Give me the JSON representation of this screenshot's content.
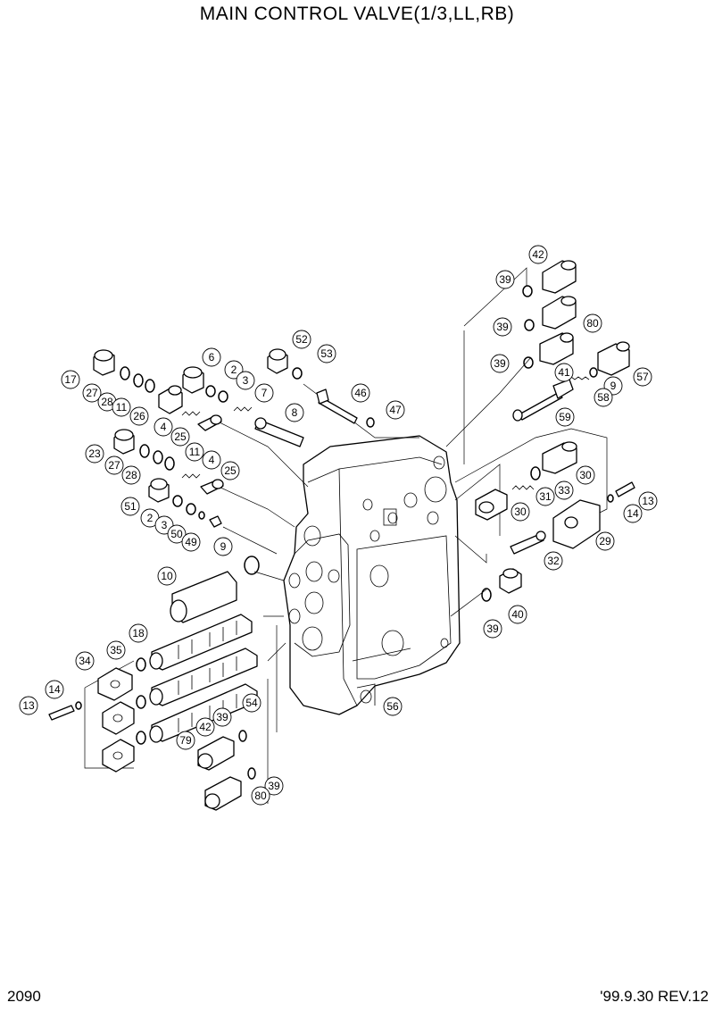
{
  "title": "MAIN CONTROL VALVE(1/3,LL,RB)",
  "page_number": "2090",
  "revision": "'99.9.30 REV.12",
  "callouts": [
    {
      "id": "c42a",
      "label": "42"
    },
    {
      "id": "c39a",
      "label": "39"
    },
    {
      "id": "c39b",
      "label": "39"
    },
    {
      "id": "c80a",
      "label": "80"
    },
    {
      "id": "c39c",
      "label": "39"
    },
    {
      "id": "c41",
      "label": "41"
    },
    {
      "id": "c9a",
      "label": "9"
    },
    {
      "id": "c57",
      "label": "57"
    },
    {
      "id": "c58",
      "label": "58"
    },
    {
      "id": "c59",
      "label": "59"
    },
    {
      "id": "c52",
      "label": "52"
    },
    {
      "id": "c53",
      "label": "53"
    },
    {
      "id": "c6",
      "label": "6"
    },
    {
      "id": "c2a",
      "label": "2"
    },
    {
      "id": "c3a",
      "label": "3"
    },
    {
      "id": "c7",
      "label": "7"
    },
    {
      "id": "c17",
      "label": "17"
    },
    {
      "id": "c27a",
      "label": "27"
    },
    {
      "id": "c28a",
      "label": "28"
    },
    {
      "id": "c11a",
      "label": "11"
    },
    {
      "id": "c26",
      "label": "26"
    },
    {
      "id": "c4a",
      "label": "4"
    },
    {
      "id": "c25a",
      "label": "25"
    },
    {
      "id": "c46",
      "label": "46"
    },
    {
      "id": "c8",
      "label": "8"
    },
    {
      "id": "c47",
      "label": "47"
    },
    {
      "id": "c23",
      "label": "23"
    },
    {
      "id": "c27b",
      "label": "27"
    },
    {
      "id": "c28b",
      "label": "28"
    },
    {
      "id": "c11b",
      "label": "11"
    },
    {
      "id": "c4b",
      "label": "4"
    },
    {
      "id": "c25b",
      "label": "25"
    },
    {
      "id": "c30a",
      "label": "30"
    },
    {
      "id": "c33",
      "label": "33"
    },
    {
      "id": "c31",
      "label": "31"
    },
    {
      "id": "c30b",
      "label": "30"
    },
    {
      "id": "c13a",
      "label": "13"
    },
    {
      "id": "c14a",
      "label": "14"
    },
    {
      "id": "c51",
      "label": "51"
    },
    {
      "id": "c2b",
      "label": "2"
    },
    {
      "id": "c3b",
      "label": "3"
    },
    {
      "id": "c50",
      "label": "50"
    },
    {
      "id": "c49",
      "label": "49"
    },
    {
      "id": "c29",
      "label": "29"
    },
    {
      "id": "c9b",
      "label": "9"
    },
    {
      "id": "c32",
      "label": "32"
    },
    {
      "id": "c10",
      "label": "10"
    },
    {
      "id": "c39d",
      "label": "39"
    },
    {
      "id": "c40",
      "label": "40"
    },
    {
      "id": "c18",
      "label": "18"
    },
    {
      "id": "c35",
      "label": "35"
    },
    {
      "id": "c34",
      "label": "34"
    },
    {
      "id": "c14b",
      "label": "14"
    },
    {
      "id": "c13b",
      "label": "13"
    },
    {
      "id": "c54",
      "label": "54"
    },
    {
      "id": "c56",
      "label": "56"
    },
    {
      "id": "c42b",
      "label": "42"
    },
    {
      "id": "c39e",
      "label": "39"
    },
    {
      "id": "c79",
      "label": "79"
    },
    {
      "id": "c39f",
      "label": "39"
    },
    {
      "id": "c80b",
      "label": "80"
    }
  ]
}
